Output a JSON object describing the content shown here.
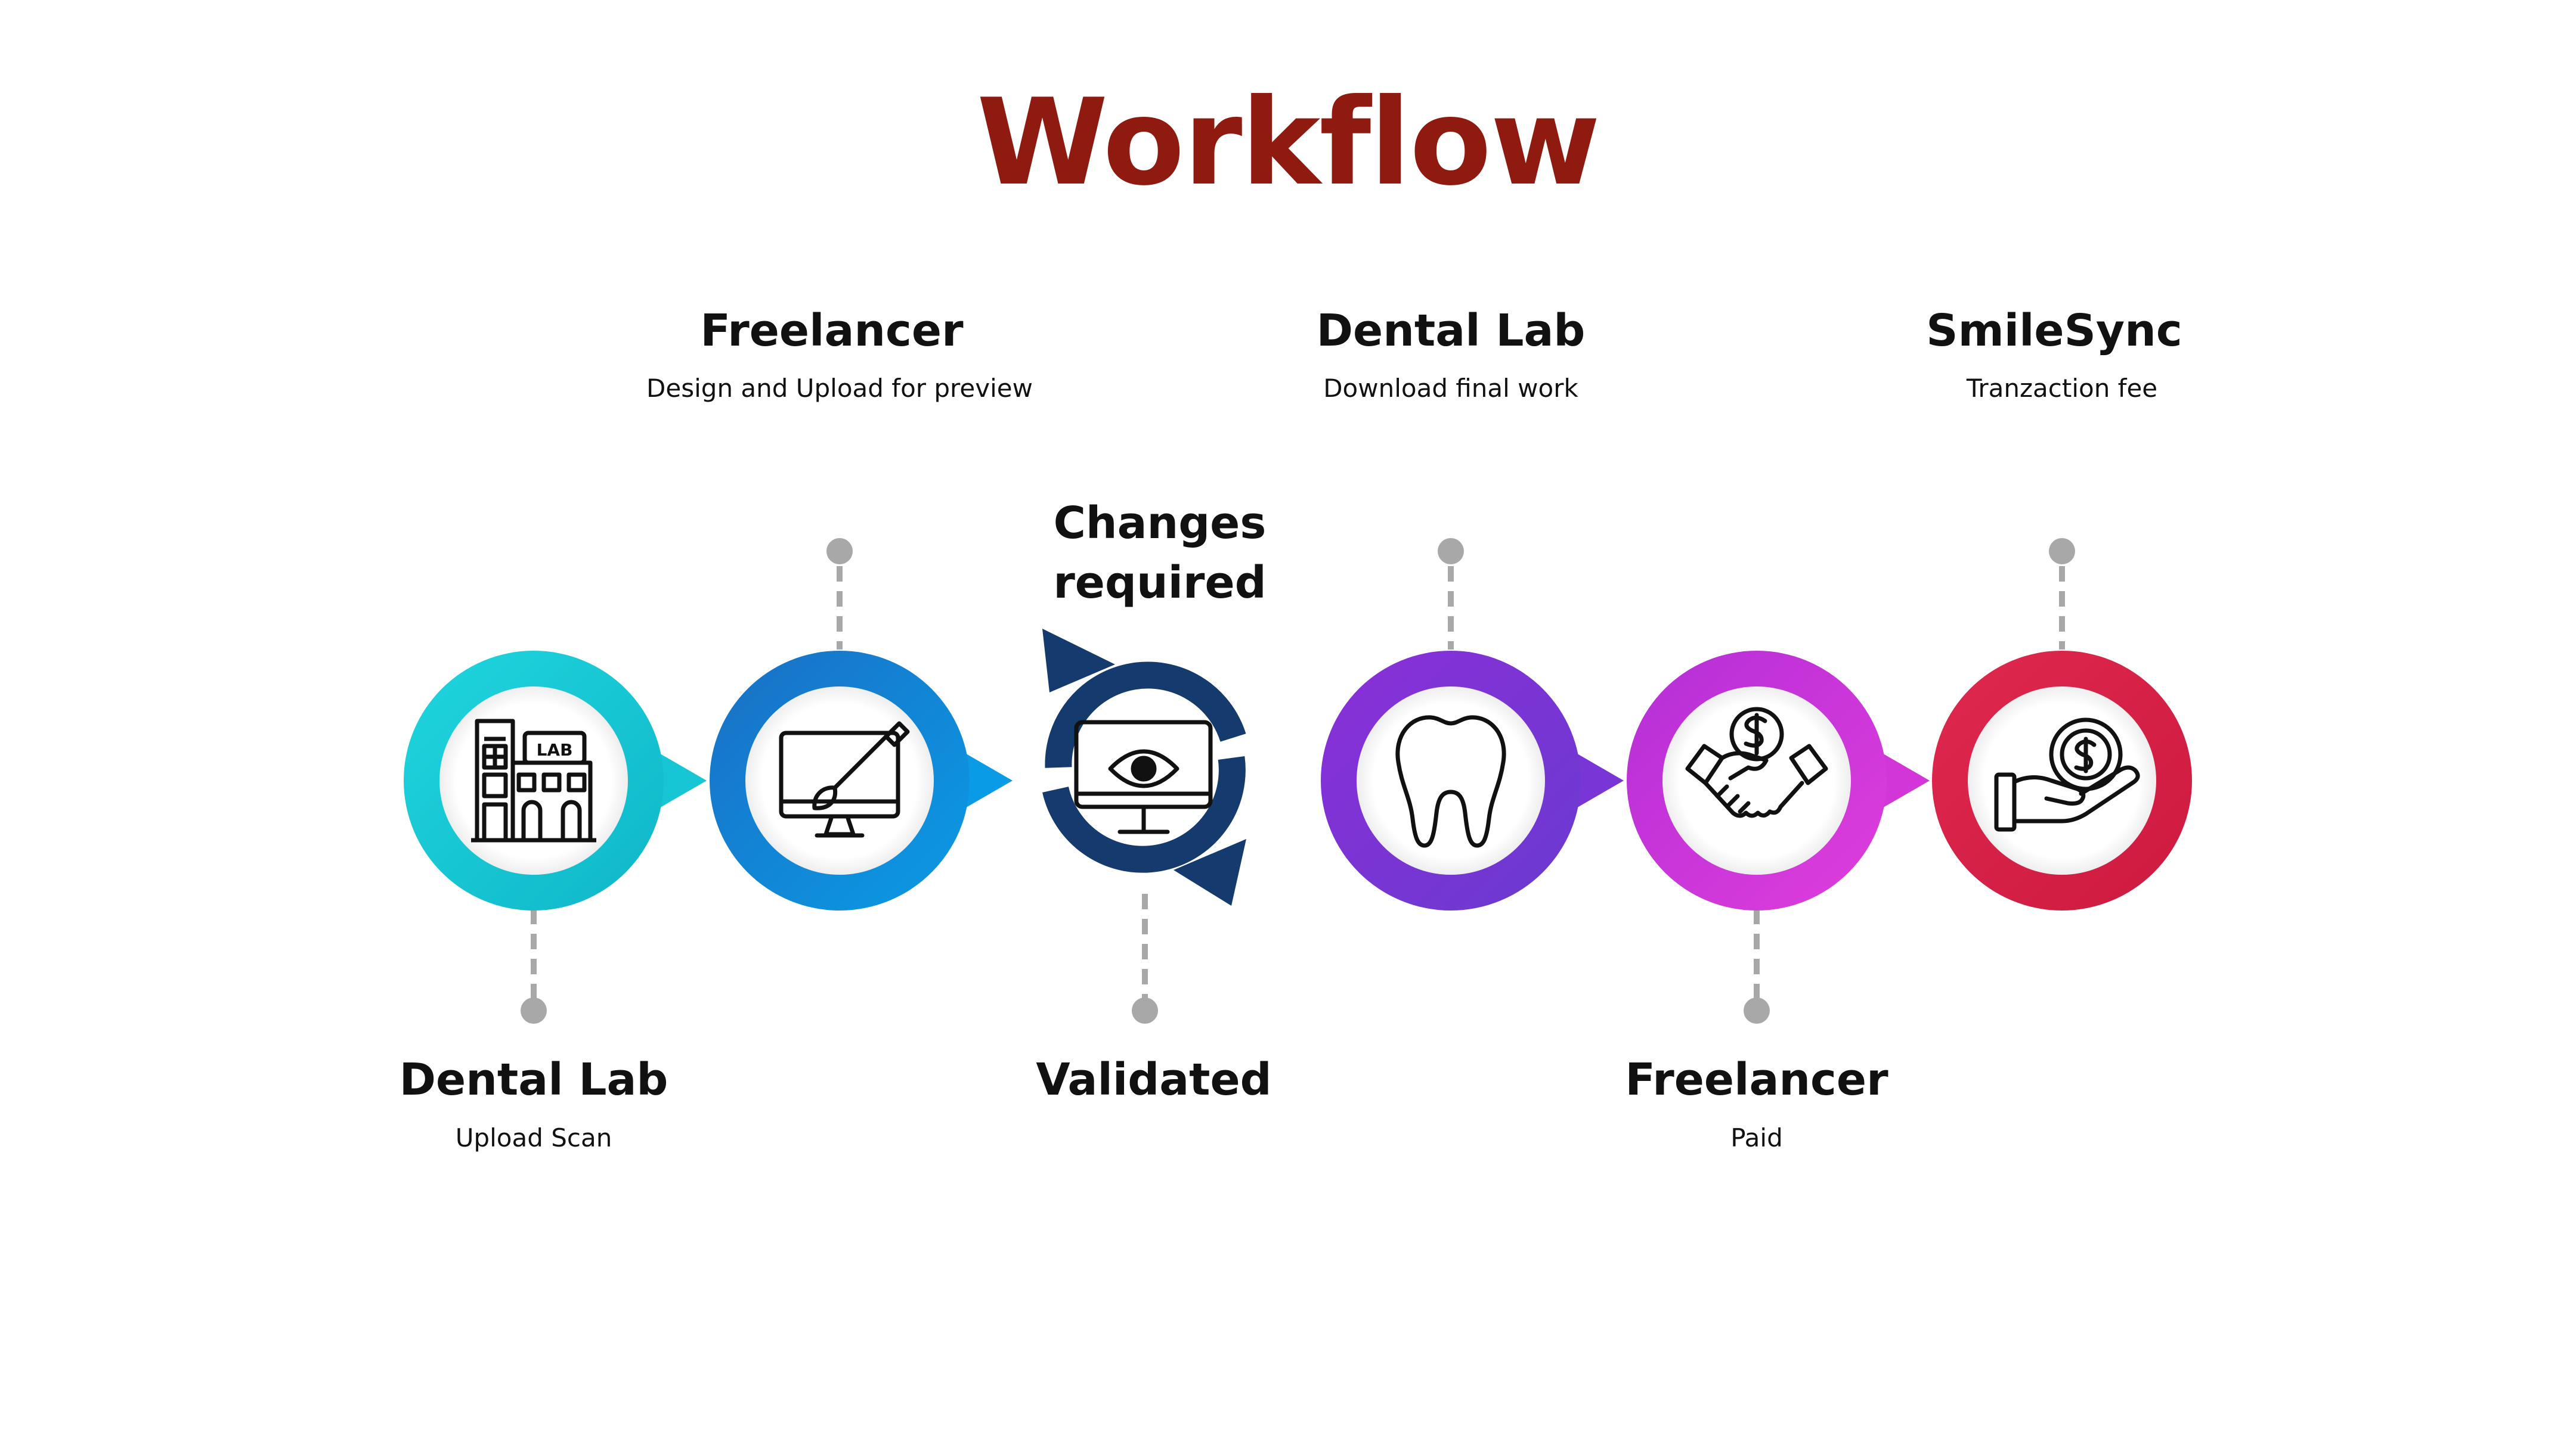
{
  "title": "Workflow",
  "colors": {
    "title": "#8e1a10",
    "connector": "#a8a8a8",
    "stage_1": "#16c6d4",
    "stage_2": "#0a78d0",
    "stage_3": "#143a6e",
    "stage_4": "#7a35d6",
    "stage_5": "#d236d8",
    "stage_6": "#d81f48"
  },
  "stages": [
    {
      "title": "Dental Lab",
      "subtitle": "Upload Scan",
      "icon": "lab-building-icon"
    },
    {
      "title": "Freelancer",
      "subtitle": "Design and Upload for preview",
      "icon": "monitor-paintbrush-icon"
    },
    {
      "title_top": "Changes required",
      "title_bottom": "Validated",
      "icon": "monitor-eye-icon"
    },
    {
      "title": "Dental Lab",
      "subtitle": "Download final work",
      "icon": "tooth-icon"
    },
    {
      "title": "Freelancer",
      "subtitle": "Paid",
      "icon": "handshake-dollar-icon"
    },
    {
      "title": "SmileSync",
      "subtitle": "Tranzaction fee",
      "icon": "hand-coin-icon"
    }
  ]
}
